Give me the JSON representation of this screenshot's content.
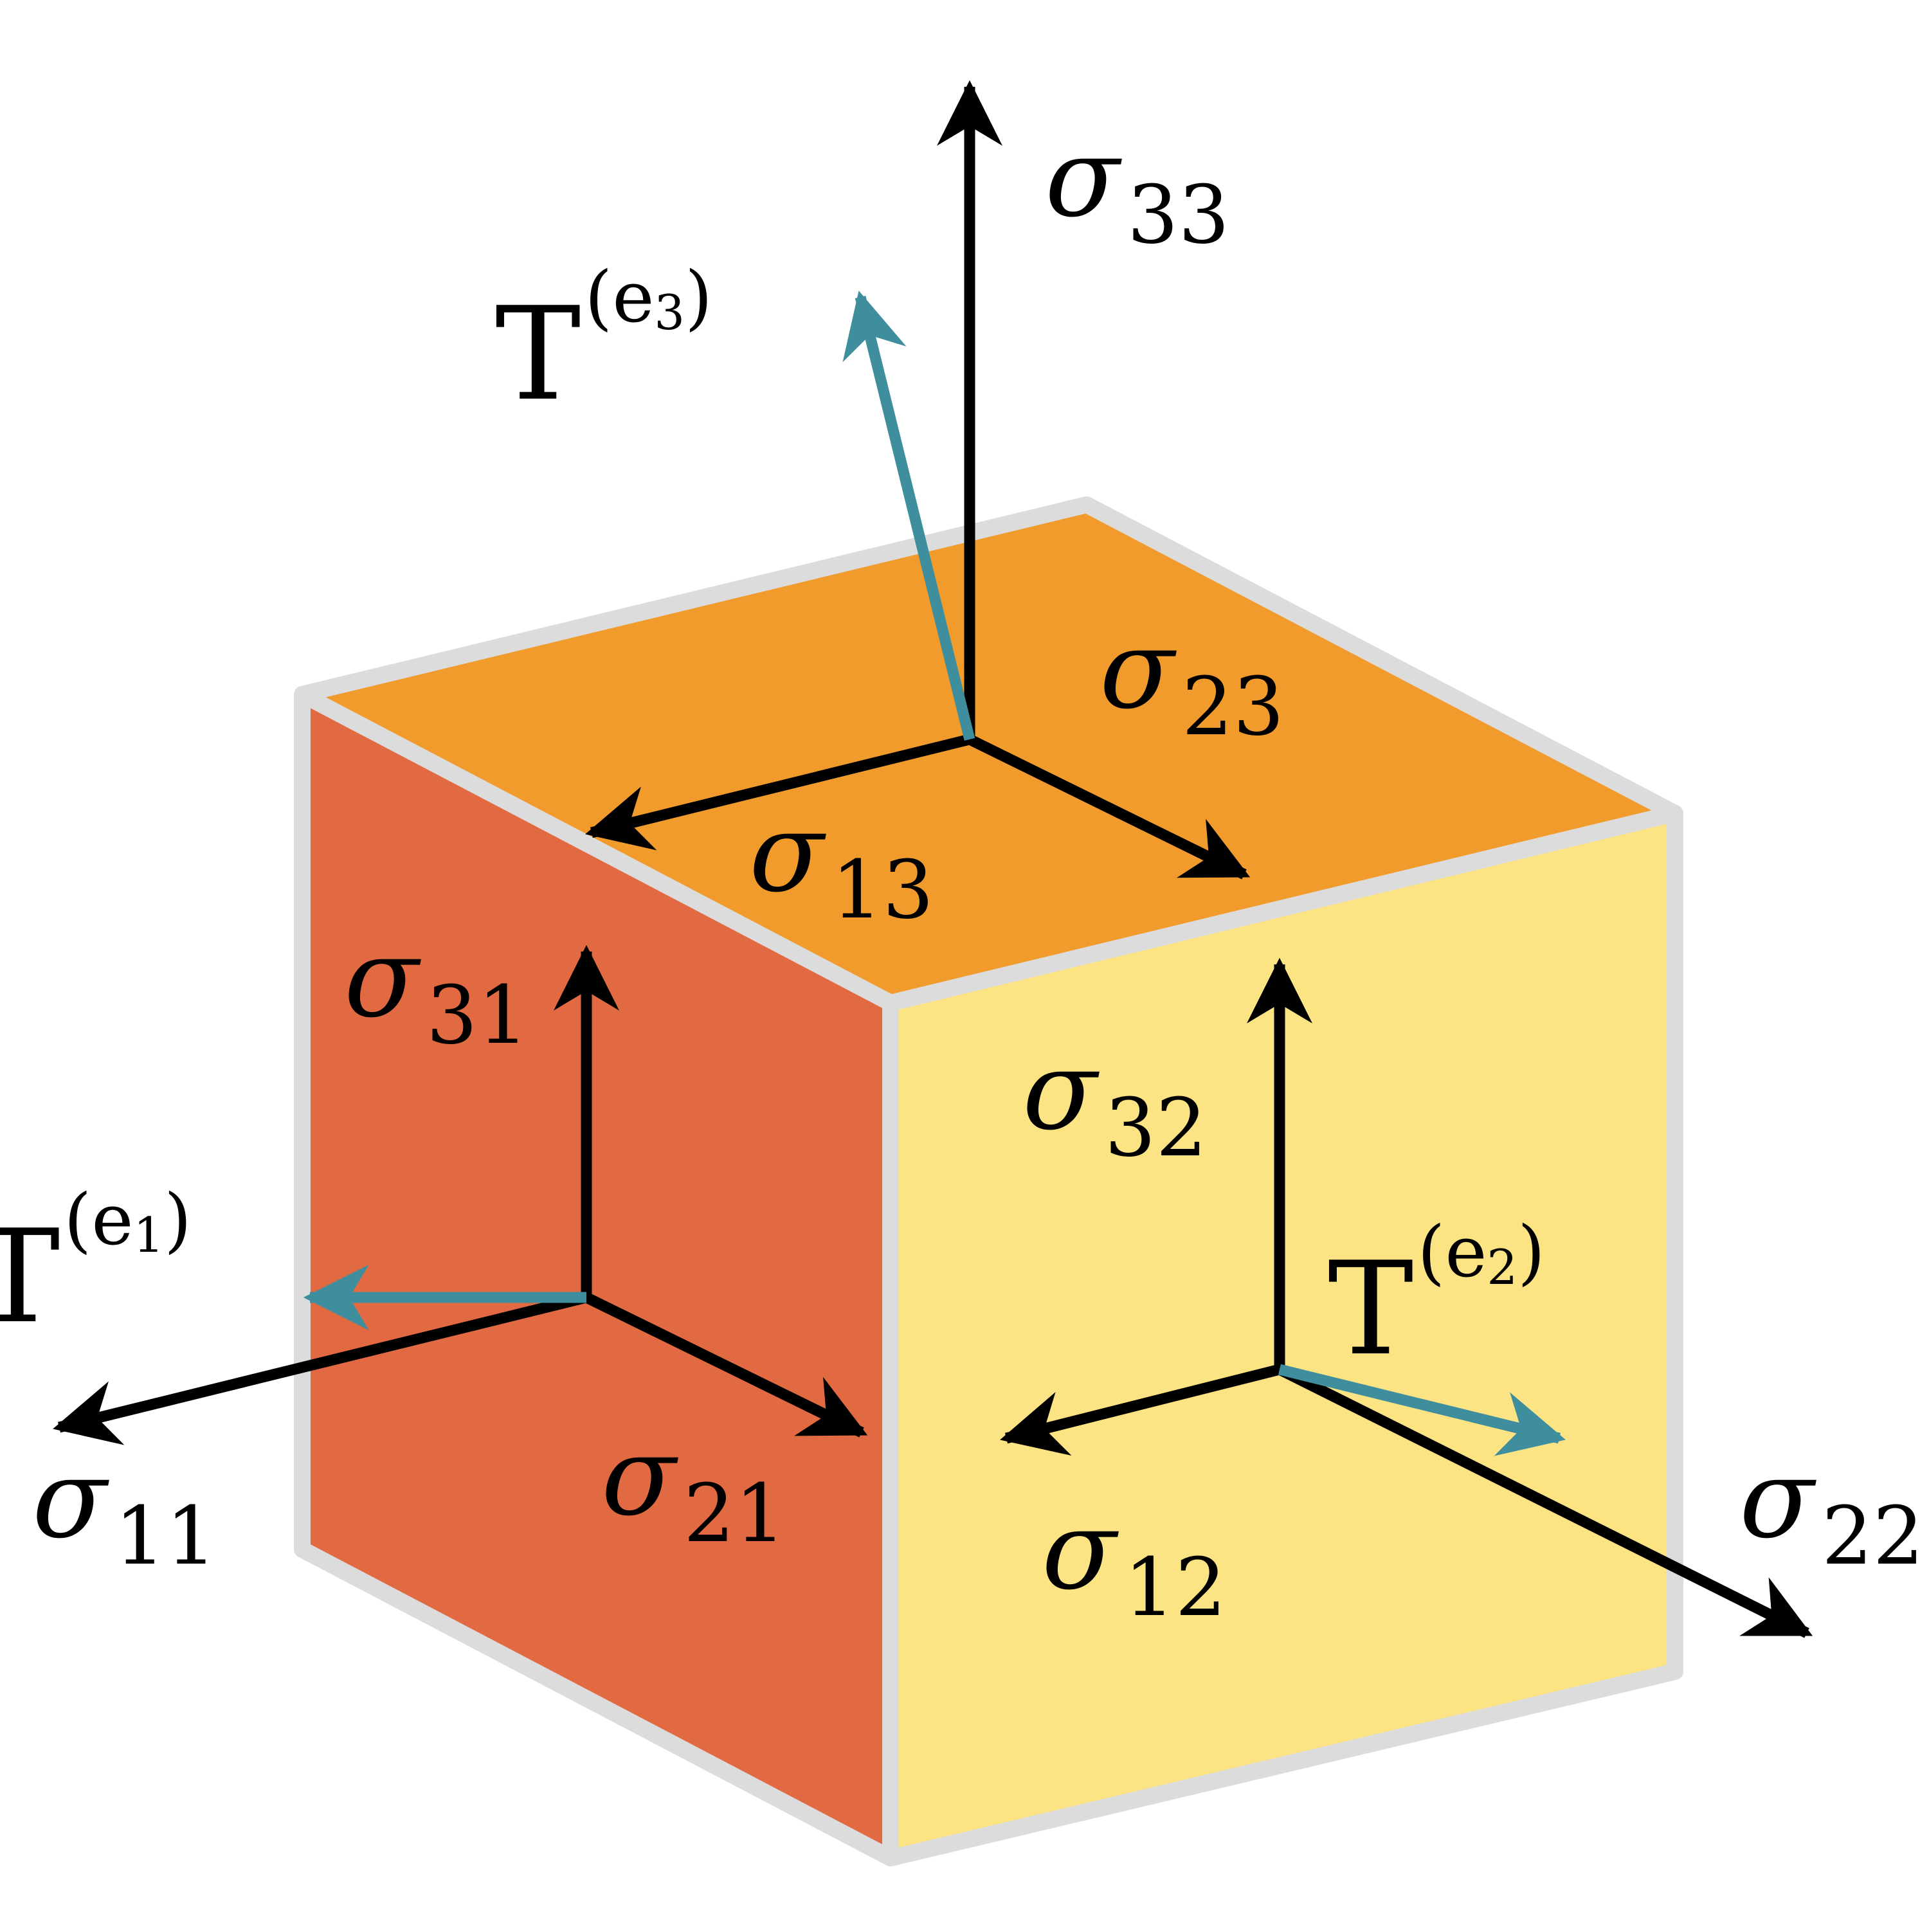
{
  "colors": {
    "top_face": "#F19B2C",
    "left_face": "#E26A42",
    "right_face": "#FCE484",
    "edge": "#DCDCDC",
    "stress_arrow": "#000000",
    "traction_arrow": "#3F8E9D"
  },
  "labels": {
    "sigma11": {
      "symbol": "σ",
      "sub": "11"
    },
    "sigma21": {
      "symbol": "σ",
      "sub": "21"
    },
    "sigma31": {
      "symbol": "σ",
      "sub": "31"
    },
    "sigma12": {
      "symbol": "σ",
      "sub": "12"
    },
    "sigma22": {
      "symbol": "σ",
      "sub": "22"
    },
    "sigma32": {
      "symbol": "σ",
      "sub": "32"
    },
    "sigma13": {
      "symbol": "σ",
      "sub": "13"
    },
    "sigma23": {
      "symbol": "σ",
      "sub": "23"
    },
    "sigma33": {
      "symbol": "σ",
      "sub": "33"
    },
    "t1": {
      "symbol": "T",
      "open": "(e",
      "idx": "1",
      "close": ")"
    },
    "t2": {
      "symbol": "T",
      "open": "(e",
      "idx": "2",
      "close": ")"
    },
    "t3": {
      "symbol": "T",
      "open": "(e",
      "idx": "3",
      "close": ")"
    }
  }
}
